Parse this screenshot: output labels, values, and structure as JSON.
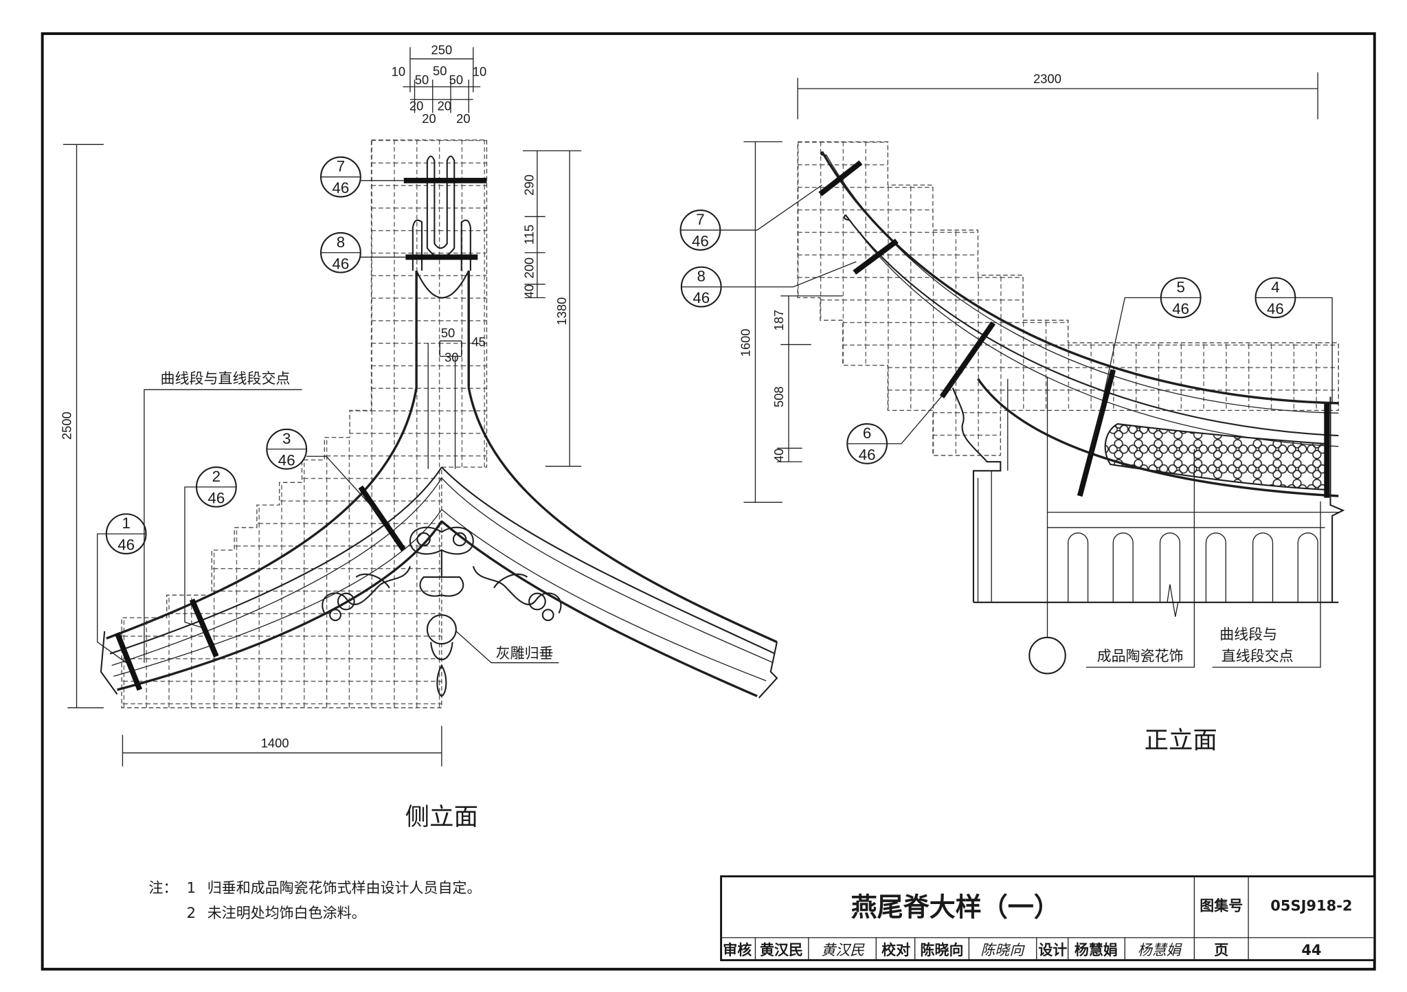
{
  "side_elevation": {
    "caption": "侧立面",
    "dims": {
      "top_total": "250",
      "top_a": "10",
      "top_b": "50",
      "top_c": "50",
      "top_d": "50",
      "top_e": "10",
      "bot_a": "20",
      "bot_b": "20",
      "bot_c": "20",
      "bot_d": "20",
      "height_total": "2500",
      "v1": "290",
      "v2": "115",
      "v3": "200",
      "v4": "40",
      "v5": "1380",
      "w1": "50",
      "w2": "45",
      "w3": "30",
      "width": "1400"
    },
    "intersection_label": "曲线段与直线段交点",
    "ornament_label": "灰雕归垂",
    "markers": [
      {
        "num": "7",
        "sheet": "46"
      },
      {
        "num": "8",
        "sheet": "46"
      },
      {
        "num": "3",
        "sheet": "46"
      },
      {
        "num": "2",
        "sheet": "46"
      },
      {
        "num": "1",
        "sheet": "46"
      }
    ]
  },
  "front_elevation": {
    "caption": "正立面",
    "dims": {
      "width": "2300",
      "height": "1600",
      "v1": "187",
      "v2": "508",
      "v3": "40"
    },
    "ceramic_label": "成品陶瓷花饰",
    "intersection_label_1": "曲线段与",
    "intersection_label_2": "直线段交点",
    "markers": [
      {
        "num": "7",
        "sheet": "46"
      },
      {
        "num": "8",
        "sheet": "46"
      },
      {
        "num": "6",
        "sheet": "46"
      },
      {
        "num": "5",
        "sheet": "46"
      },
      {
        "num": "4",
        "sheet": "46"
      }
    ]
  },
  "notes": {
    "prefix": "注：",
    "items": [
      {
        "no": "1",
        "text": "归垂和成品陶瓷花饰式样由设计人员自定。"
      },
      {
        "no": "2",
        "text": "未注明处均饰白色涂料。"
      }
    ]
  },
  "title_block": {
    "title": "燕尾脊大样（一）",
    "atlas_label": "图集号",
    "atlas_no": "05SJ918-2",
    "page_label": "页",
    "page_no": "44",
    "review_label": "审核",
    "reviewer": "黄汉民",
    "reviewer_sign": "黄汉民",
    "check_label": "校对",
    "checker": "陈晓向",
    "checker_sign": "陈晓向",
    "design_label": "设计",
    "designer": "杨慧娟",
    "designer_sign": "杨慧娟"
  },
  "colors": {
    "ink": "#1e1e1e",
    "paper": "#ffffff"
  }
}
